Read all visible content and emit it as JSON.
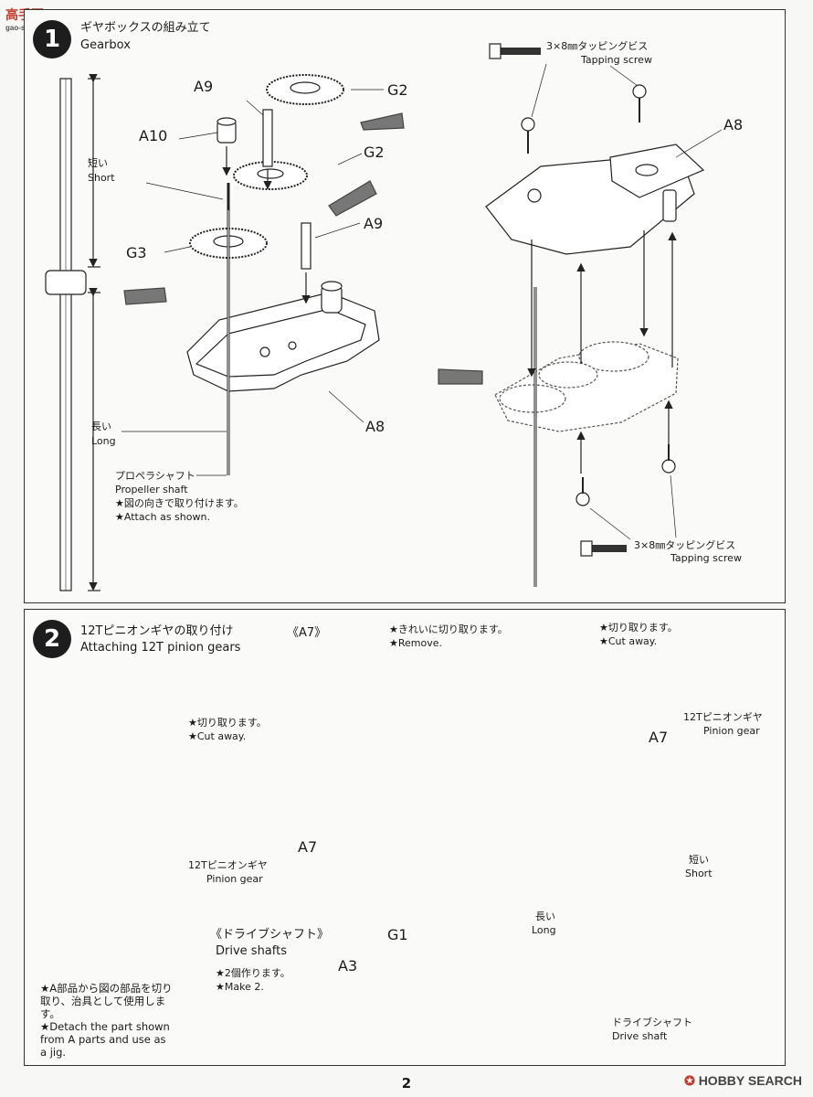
{
  "watermark_top": {
    "main": "高手网",
    "sub": "gao-shou.com"
  },
  "watermark_bottom": "HOBBY SEARCH",
  "page_number": "2",
  "step1": {
    "number": "1",
    "title_jp": "ギヤボックスの組み立て",
    "title_en": "Gearbox",
    "labels": {
      "a9_top": "A9",
      "a10": "A10",
      "g2_top": "G2",
      "g2_mid": "G2",
      "a9_mid": "A9",
      "g3": "G3",
      "a8_left": "A8",
      "a8_right": "A8"
    },
    "short_jp": "短い",
    "short_en": "Short",
    "long_jp": "長い",
    "long_en": "Long",
    "propeller_jp": "プロペラシャフト",
    "propeller_en": "Propeller shaft",
    "attach_jp": "★図の向きで取り付けます。",
    "attach_en": "★Attach as shown.",
    "screw_top_jp": "3×8㎜タッピングビス",
    "screw_top_en": "Tapping screw",
    "screw_bot_jp": "3×8㎜タッピングビス",
    "screw_bot_en": "Tapping screw"
  },
  "step2": {
    "number": "2",
    "title_jp": "12Tピニオンギヤの取り付け",
    "title_en": "Attaching 12T pinion gears",
    "a7_bracket": "《A7》",
    "clean_jp": "★きれいに切り取ります。",
    "clean_en": "★Remove.",
    "cut_right_jp": "★切り取ります。",
    "cut_right_en": "★Cut away.",
    "cut_left_jp": "★切り取ります。",
    "cut_left_en": "★Cut away.",
    "a7_right": "A7",
    "a7_left": "A7",
    "pinion_right_jp": "12Tピニオンギヤ",
    "pinion_right_en": "Pinion gear",
    "pinion_left_jp": "12Tピニオンギヤ",
    "pinion_left_en": "Pinion gear",
    "drive_shafts_jp": "《ドライブシャフト》",
    "drive_shafts_en": "Drive shafts",
    "make2_jp": "★2個作ります。",
    "make2_en": "★Make 2.",
    "short_jp": "短い",
    "short_en": "Short",
    "long_jp": "長い",
    "long_en": "Long",
    "g1": "G1",
    "a3": "A3",
    "drive_shaft_jp": "ドライブシャフト",
    "drive_shaft_en": "Drive shaft",
    "jig_jp": "★A部品から図の部品を切り取り、治具として使用します。",
    "jig_en": "★Detach the part shown from A parts and use as a jig."
  }
}
